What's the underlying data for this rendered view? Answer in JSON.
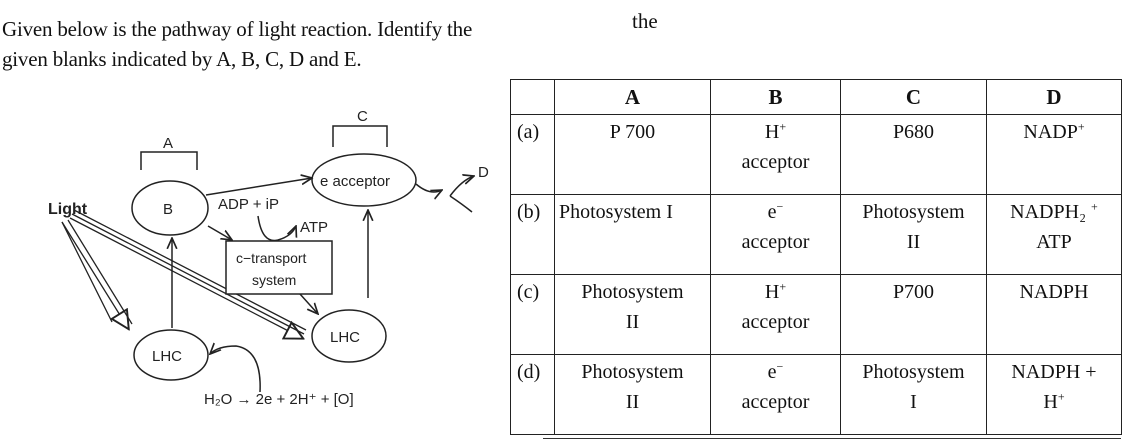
{
  "question": {
    "line1": "Given below is the pathway of light reaction. Identify the",
    "line2": "given blanks indicated by A, B, C, D and E.",
    "stray": "the"
  },
  "diagram": {
    "label_a": "A",
    "label_b": "B",
    "label_c": "C",
    "label_d": "D",
    "light": "Light",
    "e_acceptor": "e  acceptor",
    "adp_ip": "ADP + iP",
    "atp": "ATP",
    "transport_line1": "c−transport",
    "transport_line2": "system",
    "lhc_left": "LHC",
    "lhc_right": "LHC",
    "equation": "H₂O →  2e  + 2H⁺ + [O]"
  },
  "table": {
    "headers": [
      "",
      "A",
      "B",
      "C",
      "D"
    ],
    "rows": [
      {
        "label": "(a)",
        "a": "P 700",
        "b1": "H",
        "b_sup": "+",
        "b2": "acceptor",
        "c1": "P680",
        "c2": "",
        "d1": "NADP",
        "d_sup": "+",
        "d2": ""
      },
      {
        "label": "(b)",
        "a": "Photosystem I",
        "b1": "e",
        "b_sup": "−",
        "b2": "acceptor",
        "c1": "Photosystem",
        "c2": "II",
        "d1": "NADPH₂",
        "d_sup": "+",
        "d2": "ATP"
      },
      {
        "label": "(c)",
        "a": "Photosystem",
        "a2": "II",
        "b1": "H",
        "b_sup": "+",
        "b2": "acceptor",
        "c1": "P700",
        "c2": "",
        "d1": "NADPH",
        "d_sup": "",
        "d2": ""
      },
      {
        "label": "(d)",
        "a": "Photosystem",
        "a2": "II",
        "b1": "e",
        "b_sup": "−",
        "b2": "acceptor",
        "c1": "Photosystem",
        "c2": "I",
        "d1": "NADPH +",
        "d_sup": "",
        "d2": "H",
        "d2_sup": "+"
      }
    ]
  }
}
